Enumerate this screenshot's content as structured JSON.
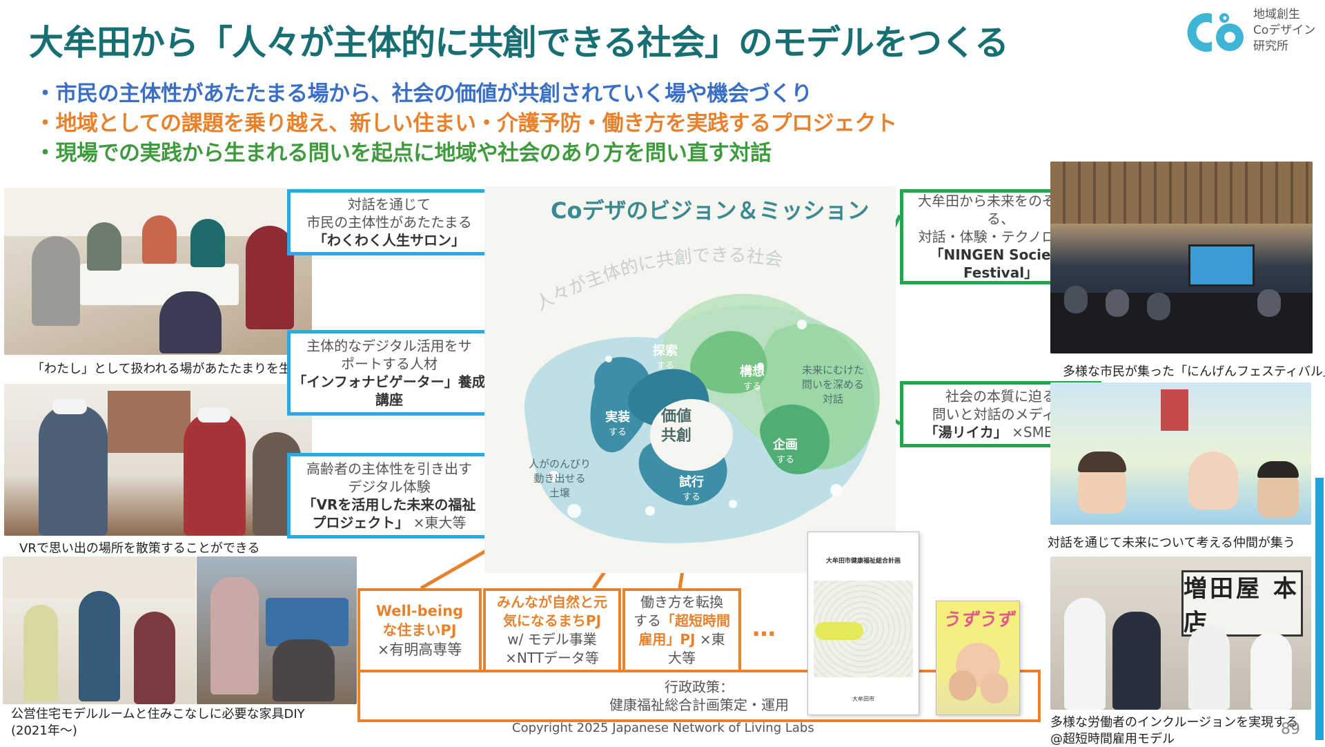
{
  "header": {
    "title": "大牟田から「人々が主体的に共創できる社会」のモデルをつくる",
    "bullets": [
      {
        "text": "・市民の主体性があたたまる場から、社会の価値が共創されていく場や機会づくり",
        "color": "#3b6fc4"
      },
      {
        "text": "・地域としての課題を乗り越え、新しい住まい・介護予防・働き方を実践するプロジェクト",
        "color": "#e8812c"
      },
      {
        "text": "・現場での実践から生まれる問いを起点に地域や社会のあり方を問い直す対話",
        "color": "#3f9a3d"
      }
    ]
  },
  "logo": {
    "line1": "地域創生",
    "line2": "Coデザイン",
    "line3": "研究所",
    "icon": "cofeza-logo-icon",
    "color": "#3fb5d6"
  },
  "left_photos": {
    "captions": [
      "「わたし」として扱われる場があたたまりを生む",
      "VRで思い出の場所を散策することができる",
      "公営住宅モデルルームと住みこなしに必要な家具DIY",
      "(2021年～)"
    ]
  },
  "right_photos": {
    "captions": [
      "多様な市民が集った「にんげんフェスティバル」",
      "対話を通じて未来について考える仲間が集う",
      "多様な労働者のインクルージョンを実現する",
      "@超短時間雇用モデル"
    ],
    "shop_sign": "増田屋 本店"
  },
  "blue_boxes": [
    {
      "line1": "対話を通じて",
      "line2": "市民の主体性があたたまる",
      "bold": "「わくわく人生サロン」",
      "suffix": ""
    },
    {
      "line1": "主体的なデジタル活用をサ",
      "line2": "ポートする人材",
      "bold": "「インフォナビゲーター」養成",
      "bold2": "講座"
    },
    {
      "line1": "高齢者の主体性を引き出す",
      "line2": "デジタル体験",
      "bold": "「VRを活用した未来の福祉",
      "bold2": "プロジェクト」",
      "suffix": " ×東大等"
    }
  ],
  "green_boxes": [
    {
      "line1": "大牟田から未来をのぞき見",
      "line2": "る、",
      "line3": "対話・体験・テクノロジー",
      "bold": "「NINGEN Societal",
      "bold2": "Festival」"
    },
    {
      "line1": "社会の本質に迫る",
      "line2": "問いと対話のメディア",
      "bold": "「湯リイカ」",
      "suffix": " ×SMBC等"
    }
  ],
  "diagram": {
    "title": "Coデザのビジョン＆ミッション",
    "arc_text": "人々が主体的に共創できる社会",
    "center": [
      "価値",
      "共創"
    ],
    "stages": [
      {
        "label": "探索",
        "sub": "する"
      },
      {
        "label": "構想",
        "sub": "する"
      },
      {
        "label": "実装",
        "sub": "する"
      },
      {
        "label": "企画",
        "sub": "する"
      },
      {
        "label": "試行",
        "sub": "する"
      }
    ],
    "left_soil": [
      "人がのんびり",
      "動き出せる",
      "土壌"
    ],
    "right_dialogue": [
      "未来にむけた",
      "問いを深める",
      "対話"
    ],
    "colors": {
      "outer": "#8fcfe0",
      "dark": "#3c8fa6",
      "light_green": "#b6dfb9",
      "mid_green": "#6cc07c"
    }
  },
  "orange_boxes": [
    {
      "bold1": "Well-being",
      "bold2": "な住まいPJ",
      "normal": "×有明高専等"
    },
    {
      "bold1": "みんなが自然と元",
      "bold2": "気になるまちPJ",
      "normal1": "w/ モデル事業",
      "normal2": "×NTTデータ等"
    },
    {
      "normal1": "働き方を転換",
      "normal2a": "する",
      "bold": "「超短時間",
      "bold2": "雇用」PJ",
      "normal3": " ×東",
      "normal4": "大等"
    }
  ],
  "ellipsis": "…",
  "policy": {
    "line1": "行政政策：",
    "line2": "健康福祉総合計画策定・運用"
  },
  "booklets": {
    "plan_title": "大牟田市健康福祉総合計画",
    "plan_footer": "大牟田市",
    "magazine_title": "うずうず"
  },
  "footer": {
    "copyright": "Copyright 2025  Japanese Network of Living Labs",
    "page": "89"
  }
}
